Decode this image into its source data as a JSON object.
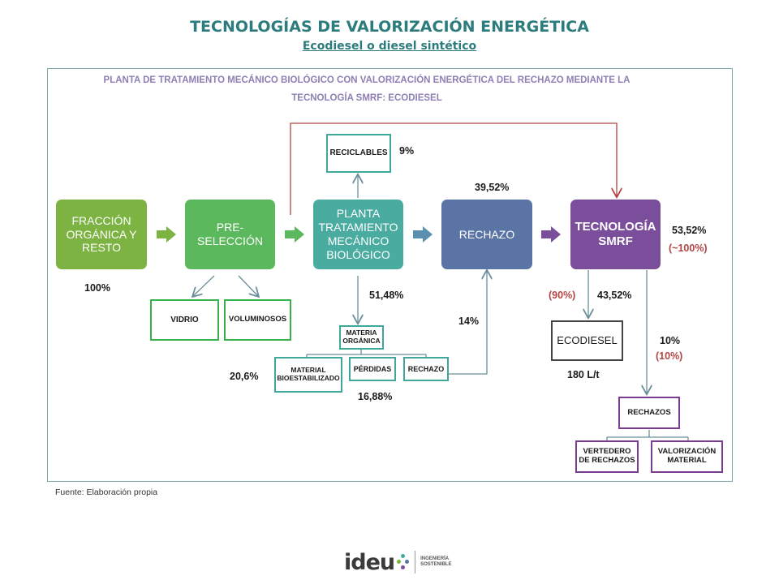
{
  "title": "TECNOLOGÍAS DE VALORIZACIÓN ENERGÉTICA",
  "subtitle": "Ecodiesel o diesel sintético",
  "header_line1": "PLANTA DE TRATAMIENTO  MECÁNICO BIOLÓGICO CON VALORIZACIÓN ENERGÉTICA DEL RECHAZO MEDIANTE LA",
  "header_line2": "TECNOLOGÍA SMRF: ECODIESEL",
  "colors": {
    "title": "#2c7c7e",
    "header": "#8e7fb4",
    "fraccion": "#7cb342",
    "preseleccion": "#5cb85c",
    "planta": "#4aaca0",
    "rechazo": "#5b74a6",
    "smrf": "#7b4e9c",
    "red_line": "#b24444",
    "gray_line": "#6a8f9a"
  },
  "blocks": {
    "fraccion": "FRACCIÓN ORGÁNICA Y RESTO",
    "preseleccion": "PRE-\nSELECCIÓN",
    "planta": "PLANTA TRATAMIENTO MECÁNICO BIOLÓGICO",
    "rechazo": "RECHAZO",
    "smrf": "TECNOLOGÍA SMRF"
  },
  "boxes": {
    "reciclables": "RECICLABLES",
    "vidrio": "VIDRIO",
    "voluminosos": "VOLUMINOSOS",
    "materia_organica": "MATERIA ORGÁNICA",
    "material_bioestabilizado": "MATERIAL BIOESTABILIZADO",
    "perdidas": "PÉRDIDAS",
    "rechazo_small": "RECHAZO",
    "ecodiesel": "ECODIESEL",
    "rechazos": "RECHAZOS",
    "vertedero": "VERTEDERO DE RECHAZOS",
    "valorizacion": "VALORIZACIÓN MATERIAL"
  },
  "percentages": {
    "p100": "100%",
    "p9": "9%",
    "p3952": "39,52%",
    "p5148": "51,48%",
    "p14": "14%",
    "p206": "20,6%",
    "p1688": "16,88%",
    "p5352": "53,52%",
    "p100approx": "(~100%)",
    "p90": "(90%)",
    "p4352": "43,52%",
    "p180": "180 L/t",
    "p10": "10%",
    "p10b": "(10%)"
  },
  "source": "Fuente: Elaboración propia",
  "logo": {
    "word": "ideu",
    "tag_line1": "INGENIERÍA",
    "tag_line2": "SOSTENIBLE"
  }
}
